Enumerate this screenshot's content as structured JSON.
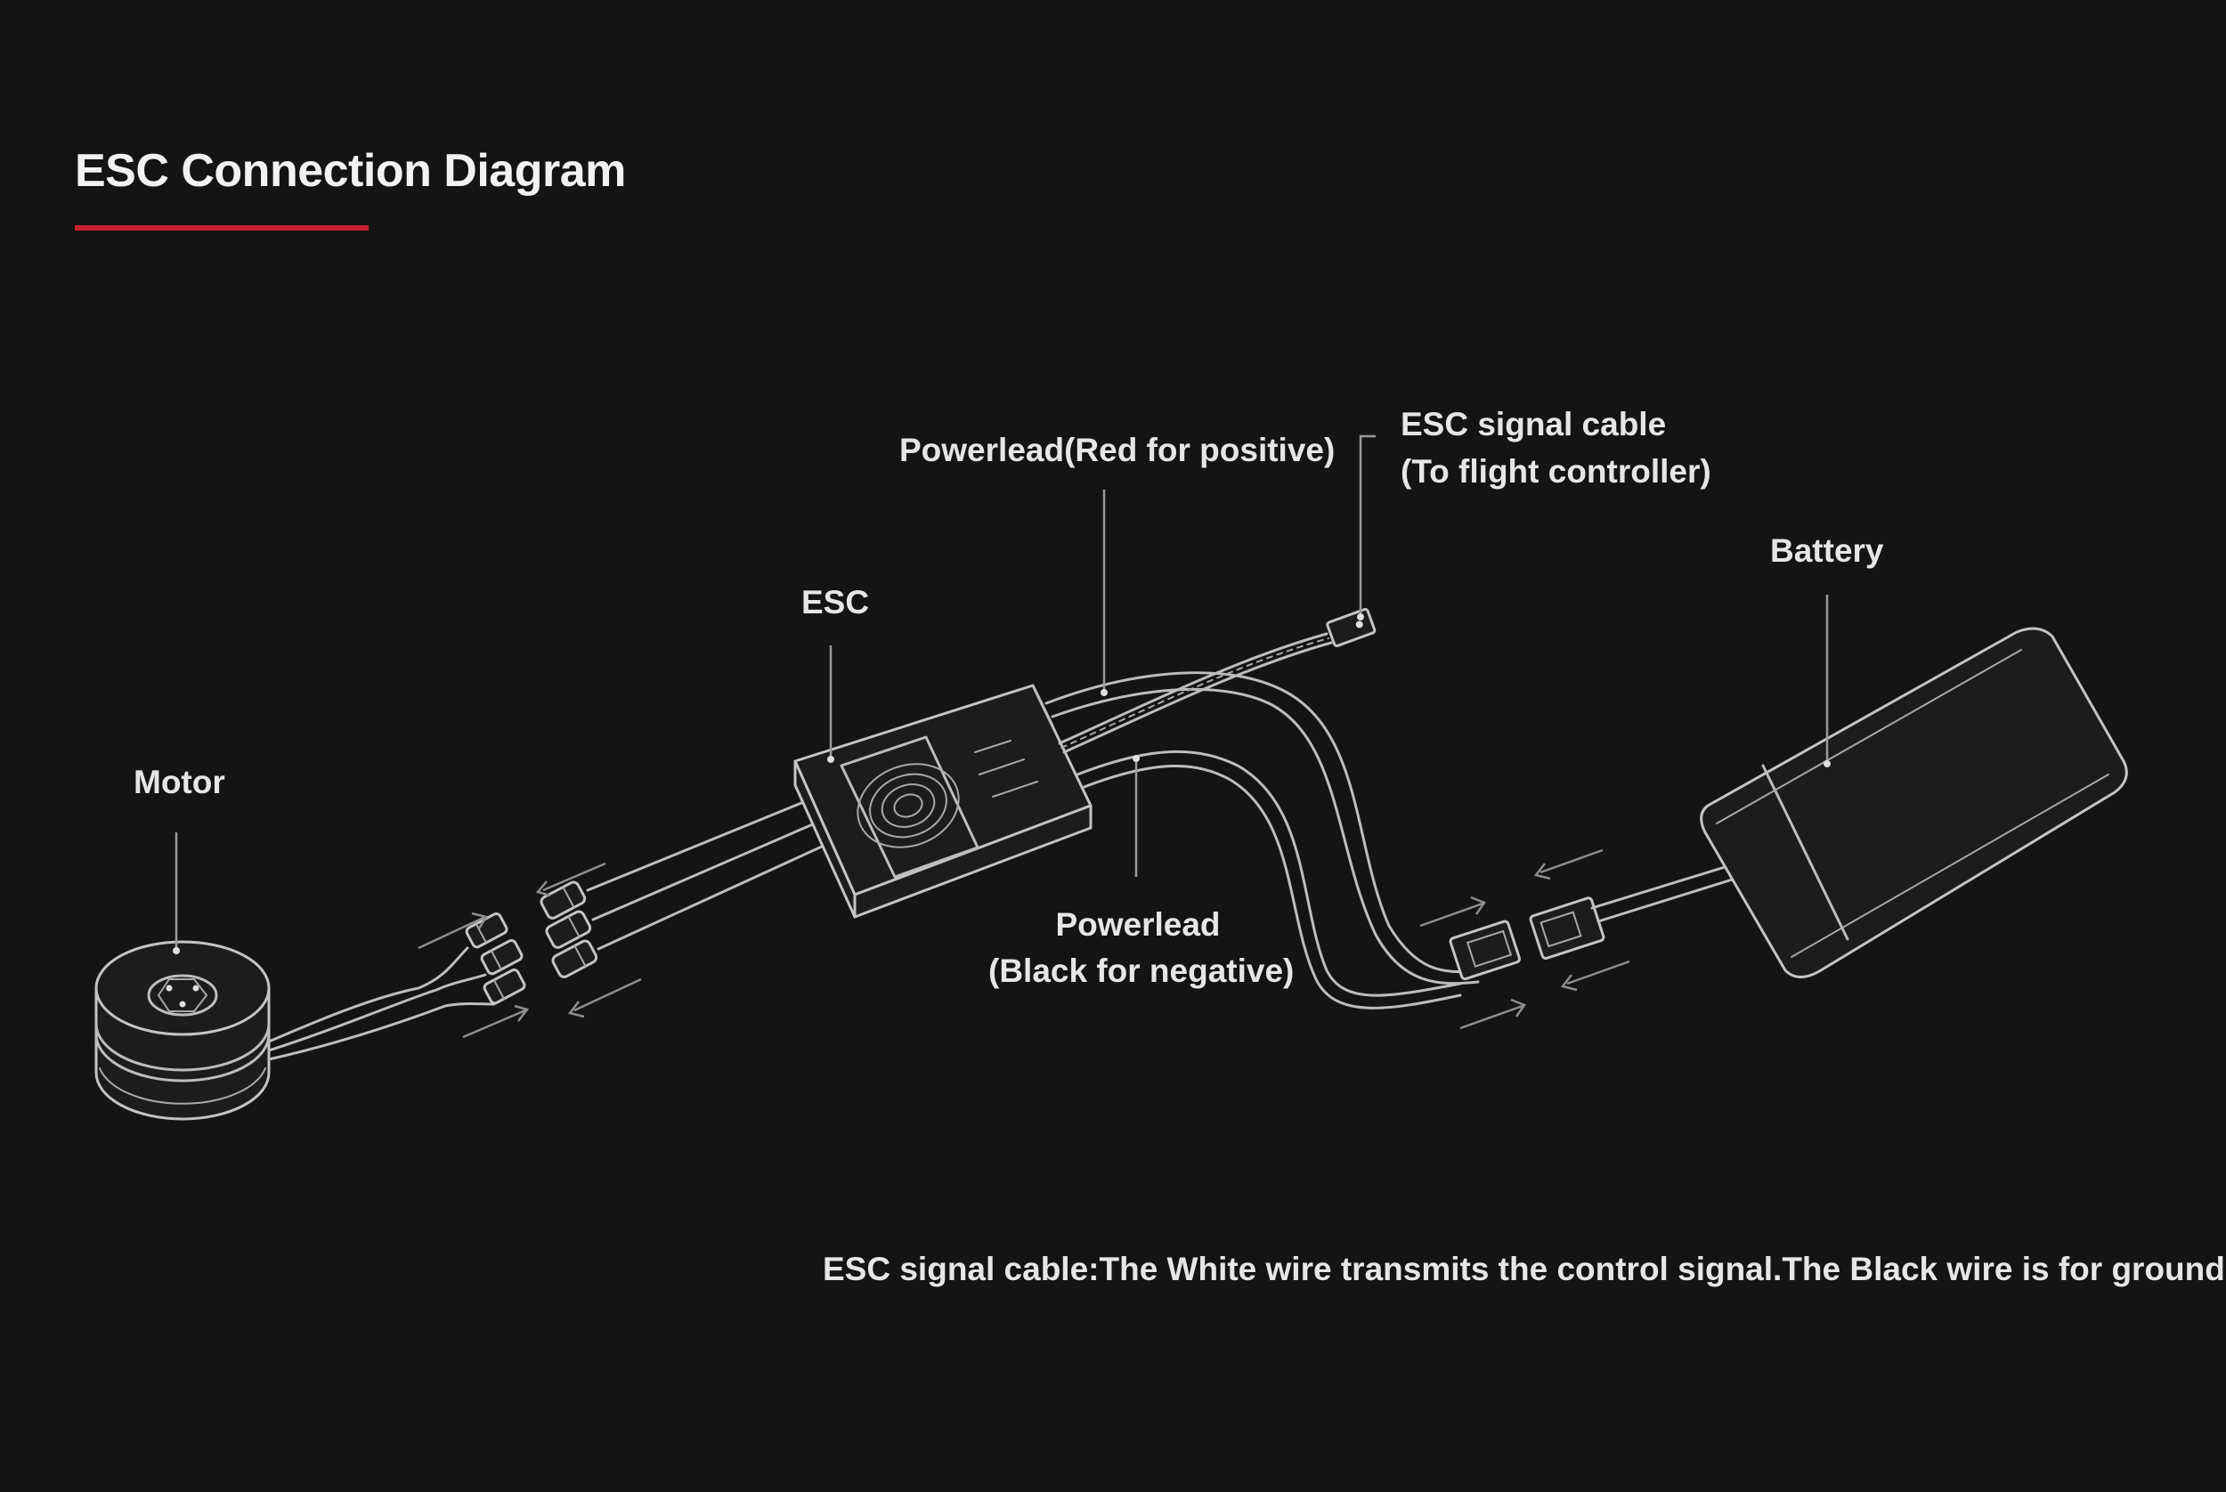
{
  "title": "ESC Connection Diagram",
  "accent_color": "#c8202e",
  "labels": {
    "motor": "Motor",
    "esc": "ESC",
    "powerlead_positive": "Powerlead(Red for positive)",
    "signal_cable_line1": "ESC signal cable",
    "signal_cable_line2": "(To flight controller)",
    "battery": "Battery",
    "powerlead_negative_line1": "Powerlead",
    "powerlead_negative_line2": "(Black for negative)"
  },
  "note": "ESC signal cable:The White wire transmits the control signal.The Black wire is for ground."
}
